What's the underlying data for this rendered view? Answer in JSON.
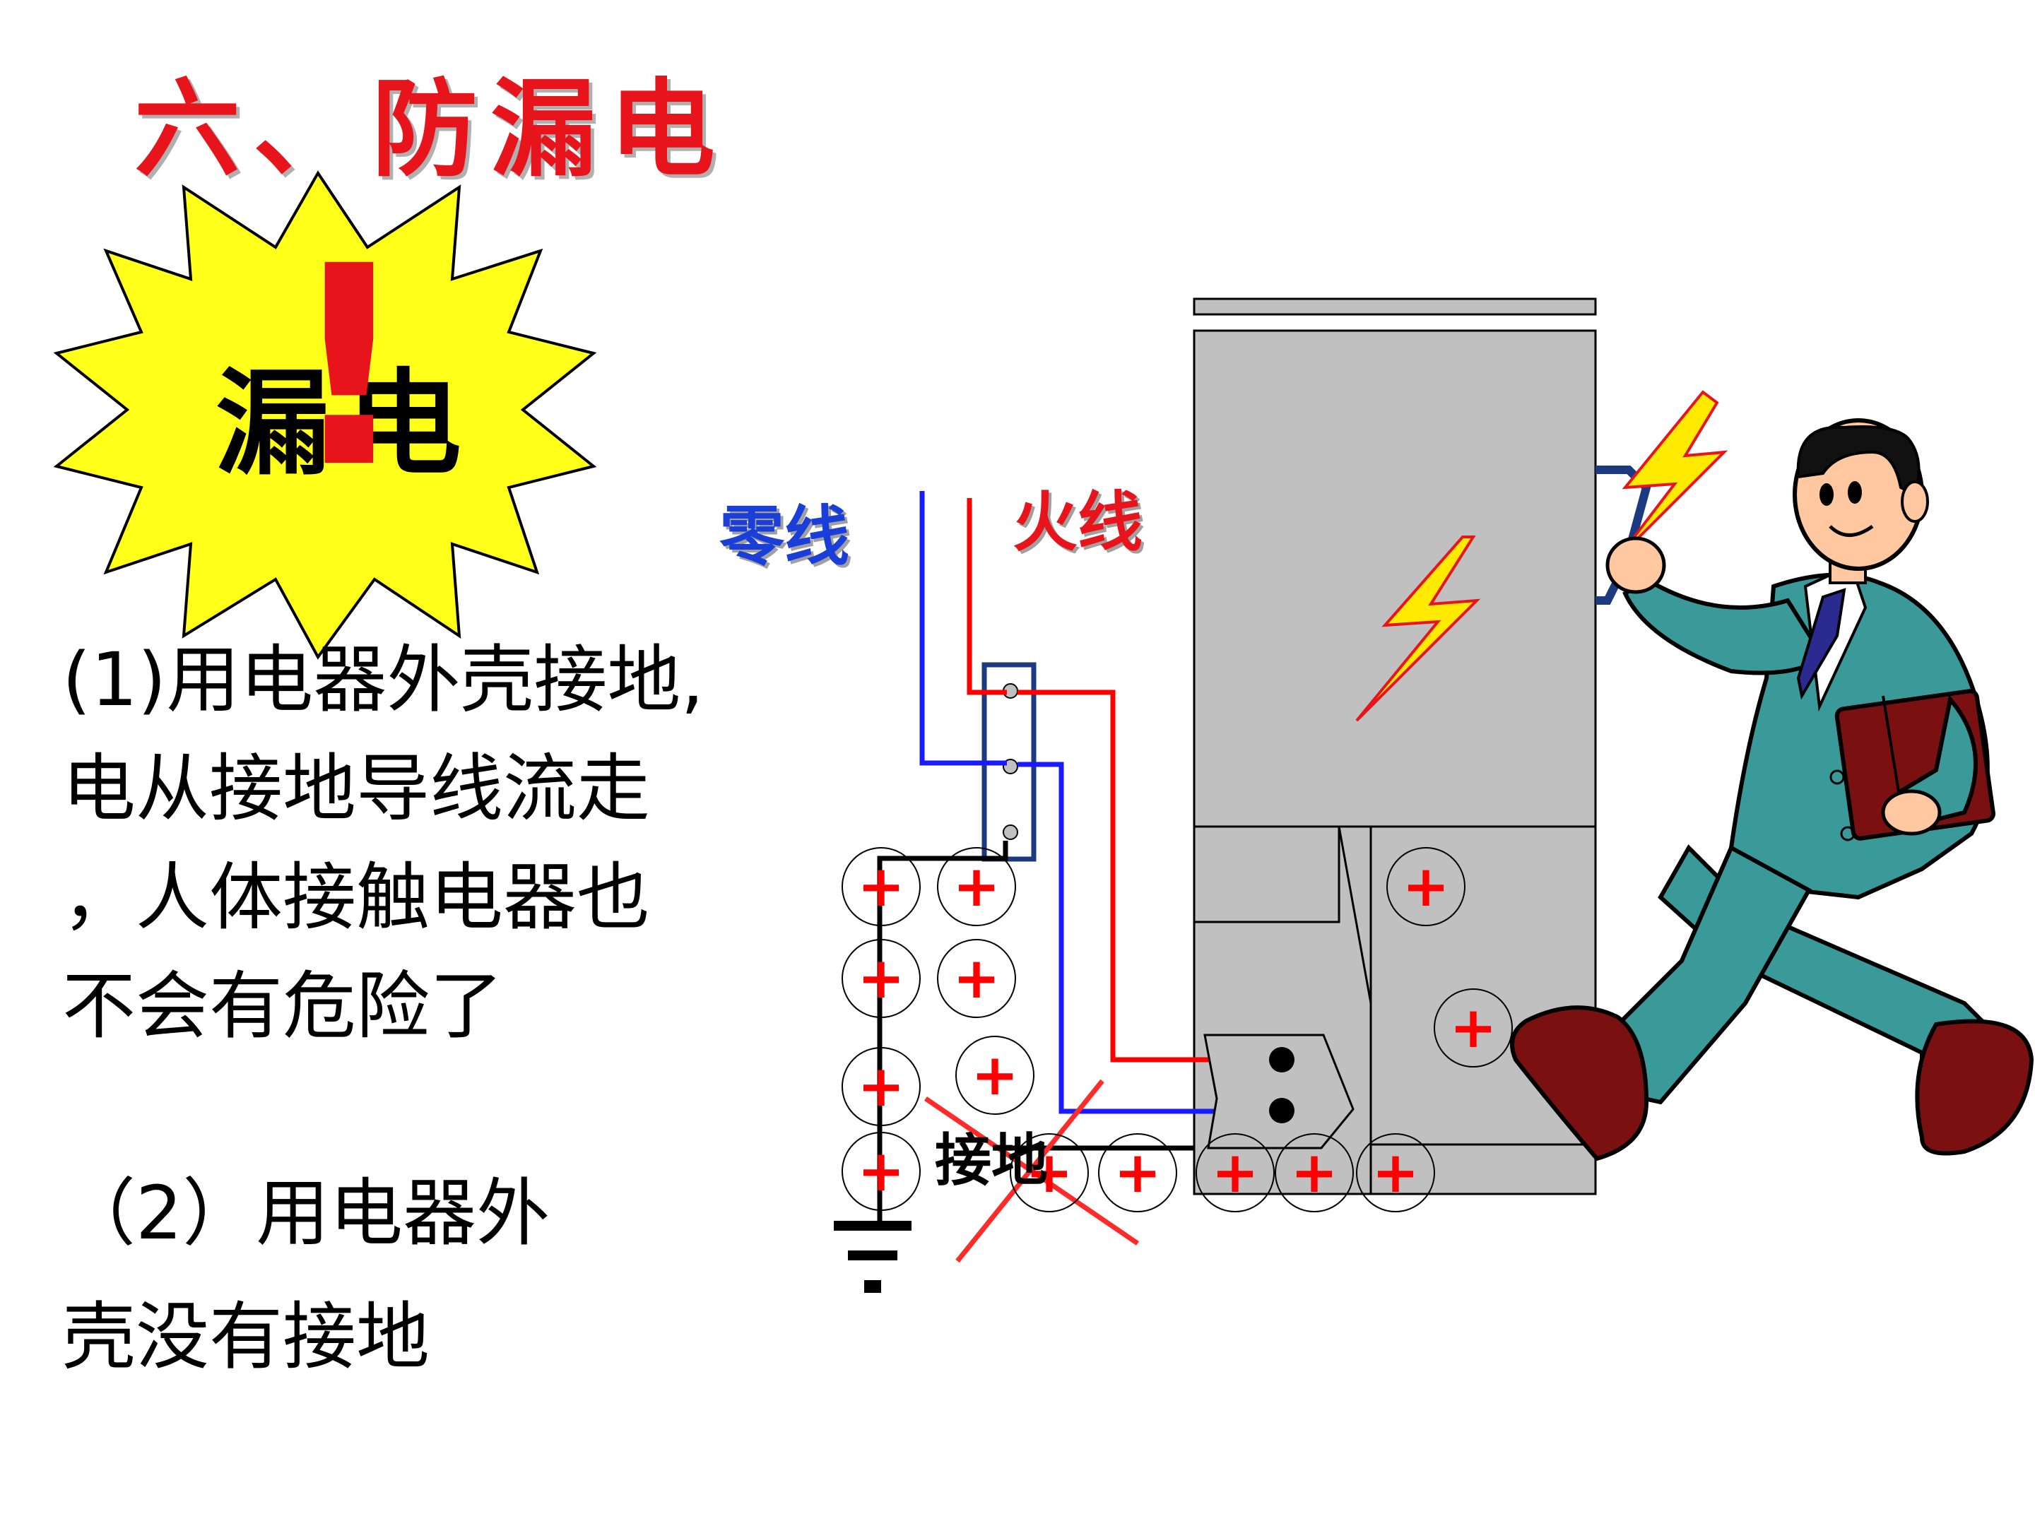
{
  "slide": {
    "title": "六、防漏电",
    "warning_badge_text": "漏电",
    "warning_mark": "!",
    "point1": [
      "(1)用电器外壳接地,",
      "电从接地导线流走",
      "，人体接触电器也",
      "不会有危险了"
    ],
    "point2": [
      "（2）用电器外",
      "壳没有接地"
    ]
  },
  "diagram": {
    "neutral_wire_label": "零线",
    "live_wire_label": "火线",
    "ground_label": "接地",
    "charge_symbol": "+"
  },
  "colors": {
    "title": "#e8141c",
    "live_wire": "#ff0000",
    "neutral_wire": "#1a1aff",
    "badge_fill": "#ffff1a",
    "appliance": "#c0c0c0",
    "suit": "#3a9a9a"
  }
}
